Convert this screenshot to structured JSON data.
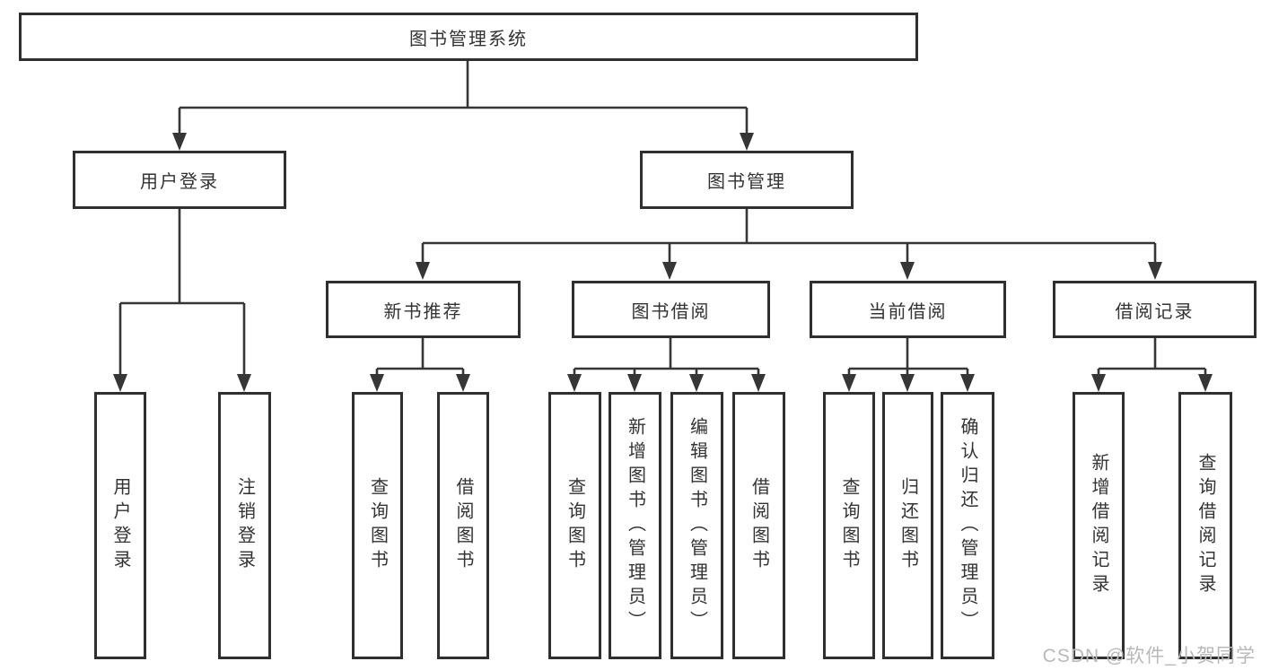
{
  "diagram": {
    "root": {
      "label": "图书管理系统"
    },
    "level2": [
      {
        "label": "用户登录",
        "leaves": [
          {
            "label": "用户登录"
          },
          {
            "label": "注销登录"
          }
        ]
      },
      {
        "label": "图书管理",
        "sections": [
          {
            "label": "新书推荐",
            "leaves": [
              {
                "label": "查询图书"
              },
              {
                "label": "借阅图书"
              }
            ]
          },
          {
            "label": "图书借阅",
            "leaves": [
              {
                "label": "查询图书"
              },
              {
                "label": "新增图书（管理员）"
              },
              {
                "label": "编辑图书（管理员）"
              },
              {
                "label": "借阅图书"
              }
            ]
          },
          {
            "label": "当前借阅",
            "leaves": [
              {
                "label": "查询图书"
              },
              {
                "label": "归还图书"
              },
              {
                "label": "确认归还（管理员）"
              }
            ]
          },
          {
            "label": "借阅记录",
            "leaves": [
              {
                "label": "新增借阅记录"
              },
              {
                "label": "查询借阅记录"
              }
            ]
          }
        ]
      }
    ]
  },
  "watermark": {
    "text": "CSDN @软件_小贺同学"
  },
  "colors": {
    "line": "#363636",
    "box_border": "#2f2f2f",
    "text": "#333333",
    "background": "#ffffff",
    "watermark": "#b9b9b9"
  }
}
